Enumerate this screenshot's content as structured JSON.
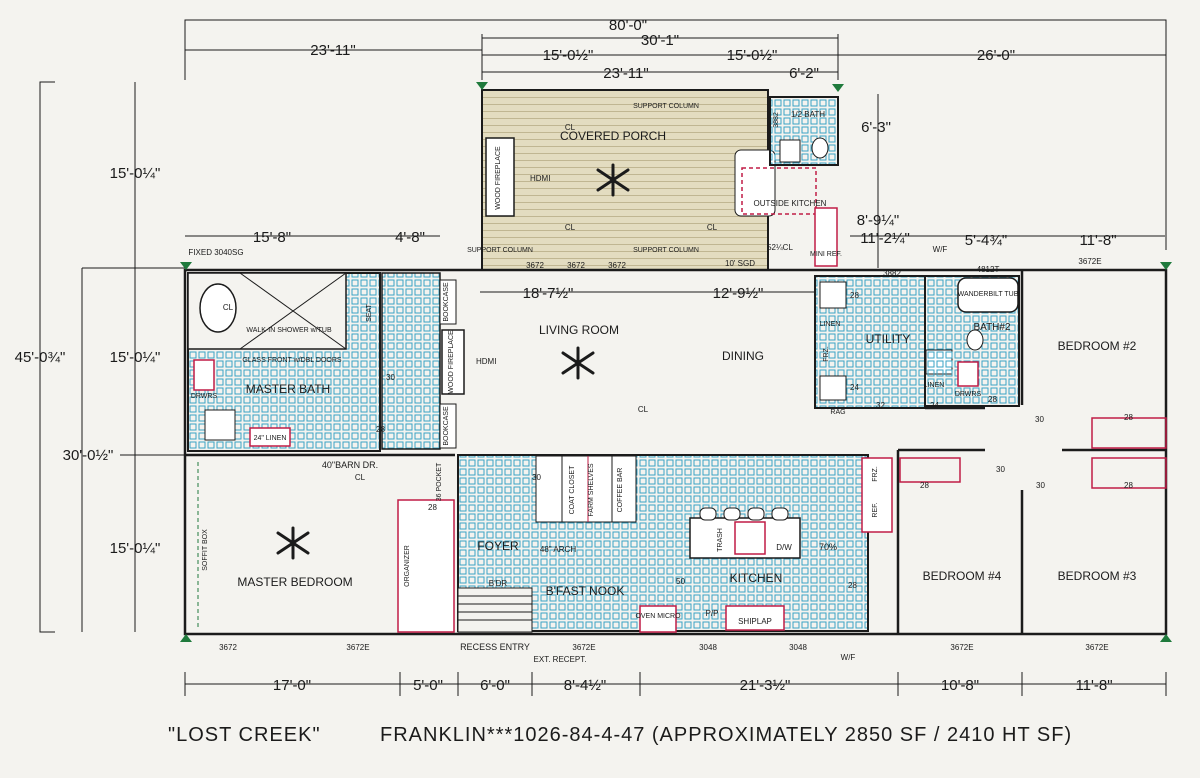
{
  "title": "\"LOST CREEK\"",
  "model_line": "FRANKLIN***1026-84-4-47 (APPROXIMATELY 2850 SF / 2410 HT SF)",
  "dimensions": {
    "overall_width": "80'-0\"",
    "top_left": "23'-11\"",
    "porch_total": "30'-1\"",
    "porch_left": "15'-0½\"",
    "porch_right": "15'-0½\"",
    "porch_inner": "23'-11\"",
    "porch_bath": "6'-2\"",
    "top_right": "26'-0\"",
    "overall_depth": "45'-0¾\"",
    "porch_depth": "15'-0¼\"",
    "upper_depth": "15'-0¼\"",
    "lower_depth": "15'-0¼\"",
    "main_depth": "30'-0½\"",
    "bath_w": "6'-3\"",
    "util_a": "8'-9¼\"",
    "util_b": "11'-2¼\"",
    "bed2_a": "5'-4¾\"",
    "bed2_b": "11'-8\"",
    "master_bath_w": "15'-8\"",
    "closet_w": "4'-8\"",
    "living_w": "18'-7½\"",
    "dining_w": "12'-9½\"",
    "bottom_master": "17'-0\"",
    "bottom_closet": "5'-0\"",
    "bottom_foyer": "6'-0\"",
    "bottom_nook": "8'-4½\"",
    "bottom_kitchen": "21'-3½\"",
    "bottom_bed4": "10'-8\"",
    "bottom_bed3": "11'-8\""
  },
  "rooms": {
    "covered_porch": "COVERED PORCH",
    "living_room": "LIVING ROOM",
    "dining": "DINING",
    "master_bath": "MASTER BATH",
    "master_bedroom": "MASTER BEDROOM",
    "foyer": "FOYER",
    "kitchen": "KITCHEN",
    "bfast_nook": "B'FAST NOOK",
    "utility": "UTILITY",
    "bath2": "BATH#2",
    "bedroom2": "BEDROOM #2",
    "bedroom3": "BEDROOM #3",
    "bedroom4": "BEDROOM #4",
    "half_bath": "1/2 BATH",
    "outside_kitchen": "OUTSIDE KITCHEN"
  },
  "labels": {
    "wood_fireplace": "WOOD FIREPLACE",
    "hdmi": "HDMI",
    "walk_in_shower": "WALK-IN SHOWER w/TUB",
    "glass_front": "GLASS FRONT w/DBL DOORS",
    "barn_door": "40\"BARN DR.",
    "pocket": "36 POCKET",
    "linen": "LINEN",
    "organizer": "ORGANIZER",
    "soffit_box": "SOFFIT BOX",
    "recess_entry": "RECESS ENTRY",
    "ext_recept": "EXT. RECEPT.",
    "coat_closet": "COAT CLOSET",
    "farm_shelves": "FARM SHELVES",
    "coffee_bar": "COFFEE BAR",
    "arch": "48\" ARCH",
    "trash": "TRASH",
    "dw": "D/W",
    "oven_micro": "OVEN MICRO",
    "shiplap": "SHIPLAP",
    "pp": "P/P",
    "wanderbilt_tub": "WANDERBILT TUB",
    "mini_ref": "MINI REF.",
    "support_column": "SUPPORT COLUMN",
    "bookcase": "BOOKCASE",
    "fixed_window": "FIXED 3040SG",
    "sgd": "10' SGD",
    "frz": "FRZ.",
    "ref": "REF.",
    "rag": "RAG",
    "drwrs": "DRWRS",
    "seat": "SEAT",
    "wf": "W/F",
    "cl": "CL",
    "bdr": "B'DR",
    "linen_24": "24\" LINEN",
    "seventy_pct": "70%",
    "fifty_two_cl": "52¼CL",
    "w6": "3672",
    "w6e": "3672E",
    "w3048": "3048",
    "w4812": "4812T",
    "w3882": "3882",
    "d28": "28",
    "d30": "30",
    "d24": "24",
    "d32": "32",
    "d50": "50"
  },
  "colors": {
    "wall": "#1b1b1b",
    "tile": "#3aa3c4",
    "porch": "#e3dcc0",
    "accent": "#c01c46",
    "marker": "#1f7a3c"
  }
}
